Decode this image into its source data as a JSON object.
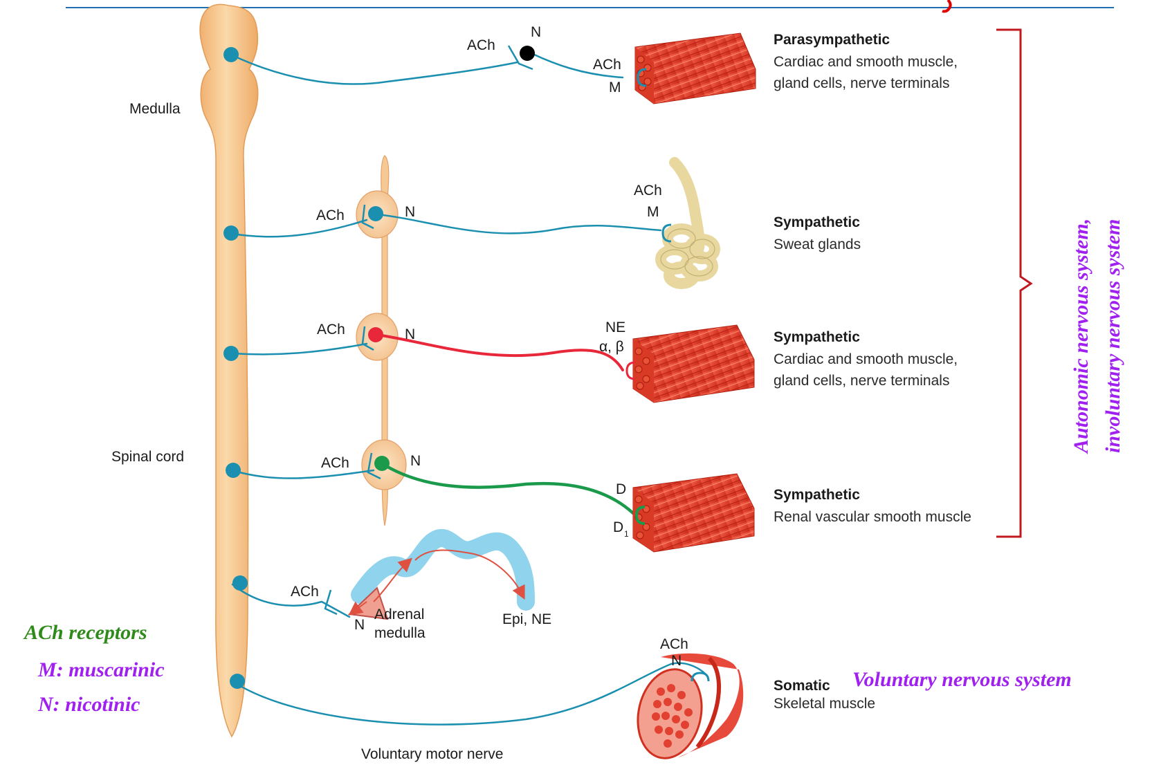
{
  "labels": {
    "medulla": "Medulla",
    "spinal_cord": "Spinal cord",
    "voluntary_motor_nerve": "Voluntary motor nerve",
    "adrenal_line1": "Adrenal",
    "adrenal_line2": "medulla",
    "epi_ne": "Epi, NE"
  },
  "pathways": [
    {
      "title": "Parasympathetic",
      "desc1": "Cardiac and smooth muscle,",
      "desc2": "gland cells, nerve terminals",
      "pre_transmitter": "ACh",
      "ganglion_receptor": "N",
      "post_transmitter": "ACh",
      "target_receptor": "M",
      "color": "#000000"
    },
    {
      "title": "Sympathetic",
      "desc1": "Sweat glands",
      "pre_transmitter": "ACh",
      "ganglion_receptor": "N",
      "post_transmitter": "ACh",
      "target_receptor": "M",
      "color": "#1a8fb0"
    },
    {
      "title": "Sympathetic",
      "desc1": "Cardiac and smooth muscle,",
      "desc2": "gland cells, nerve terminals",
      "pre_transmitter": "ACh",
      "ganglion_receptor": "N",
      "post_transmitter": "NE",
      "target_receptor": "α, β",
      "color": "#e8283a"
    },
    {
      "title": "Sympathetic",
      "desc1": "Renal vascular smooth muscle",
      "pre_transmitter": "ACh",
      "ganglion_receptor": "N",
      "post_transmitter": "D",
      "target_receptor": "D",
      "target_receptor_sub": "1",
      "color": "#1a9a4a"
    },
    {
      "pre_transmitter": "ACh",
      "ganglion_receptor": "N"
    },
    {
      "title": "Somatic",
      "desc1": "Skeletal muscle",
      "post_transmitter": "ACh",
      "target_receptor": "N"
    }
  ],
  "annotations": {
    "autonomic_line1": "Autonomic nervous system,",
    "autonomic_line2": "involuntary nervous system",
    "voluntary": "Voluntary nervous system",
    "legend_title": "ACh receptors",
    "legend_m": "M: muscarinic",
    "legend_n": "N: nicotinic"
  },
  "colors": {
    "nerve": "#1a8fb0",
    "spinal_cord": "#f5c48a",
    "muscle": "#e8392a",
    "bracket": "#c0181c",
    "annotation_purple": "#a020f0",
    "annotation_green": "#2e8b1a"
  }
}
